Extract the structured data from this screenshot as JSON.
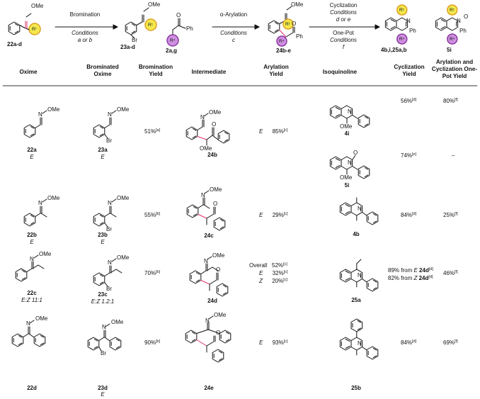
{
  "scheme": {
    "lbl_22": "22a-d",
    "lbl_23": "23a-d",
    "lbl_2": "2a,g",
    "lbl_24": "24b-e",
    "lbl_final": "4b,i,25a,b",
    "lbl_5i": "5i",
    "arrow1_top": "Bromination",
    "arrow1_cond": "Conditions",
    "arrow1_sub": "a or b",
    "arrow2_top": "α-Arylation",
    "arrow2_cond": "Conditions",
    "arrow2_sub": "c",
    "arrow3_top": "Cyclization",
    "arrow3_cond": "Conditions",
    "arrow3_sub": "d or e",
    "arrow3_onepot": "One-Pot",
    "arrow3_cond2": "Conditions",
    "arrow3_sub2": "f",
    "ome": "OMe",
    "br": "Br",
    "ph": "Ph",
    "o": "O",
    "n": "N",
    "r1": "R¹",
    "r4": "R⁴"
  },
  "headers": {
    "oxime": "Oxime",
    "brominated_1": "Brominated",
    "brominated_2": "Oxime",
    "bromination_1": "Bromination",
    "bromination_2": "Yield",
    "intermediate": "Intermediate",
    "arylation_1": "Arylation",
    "arylation_2": "Yield",
    "isoquinoline": "Isoquinoline",
    "cyclization_1": "Cyclization",
    "cyclization_2": "Yield",
    "onepot_1": "Arylation and",
    "onepot_2": "Cyclization One-",
    "onepot_3": "Pot Yield"
  },
  "rows": [
    {
      "oxime": "22a",
      "oxime_isomer": "E",
      "brom": "23a",
      "brom_isomer": "E",
      "brom_yield": "51%",
      "brom_yield_note": "[a]",
      "inter": "24b",
      "aryl_isomer": "E",
      "aryl_yield": "85%",
      "aryl_note": "[c]",
      "iso": "4i",
      "iso2": "5i",
      "cyc_yield": "56%",
      "cyc_note": "[d]",
      "cyc_yield2": "74%",
      "cyc_note2": "[e]",
      "onepot": "80%",
      "onepot_note": "[f]",
      "onepot2": "–"
    },
    {
      "oxime": "22b",
      "oxime_isomer": "E",
      "brom": "23b",
      "brom_isomer": "E",
      "brom_yield": "55%",
      "brom_yield_note": "[b]",
      "inter": "24c",
      "aryl_isomer": "E",
      "aryl_yield": "29%",
      "aryl_note": "[c]",
      "iso": "4b",
      "cyc_yield": "84%",
      "cyc_note": "[d]",
      "onepot": "25%",
      "onepot_note": "[f]"
    },
    {
      "oxime": "22c",
      "oxime_isomer": "E:Z 11:1",
      "brom": "23c",
      "brom_isomer": "E:Z 1.2:1",
      "brom_yield": "70%",
      "brom_yield_note": "[b]",
      "inter": "24d",
      "aryl_overall_label": "Overall",
      "aryl_overall": "52%",
      "aryl_note": "[c]",
      "aryl_e_label": "E",
      "aryl_e": "32%",
      "aryl_z_label": "Z",
      "aryl_z": "20%",
      "iso": "25a",
      "cyc_e": "89% from ",
      "cyc_e_iso": "E",
      "cyc_e_cmpd": "24d",
      "cyc_note": "[d]",
      "cyc_z": "82% from ",
      "cyc_z_iso": "Z",
      "cyc_z_cmpd": "24d",
      "onepot": "46%",
      "onepot_note": "[f]"
    },
    {
      "oxime": "22d",
      "brom": "23d",
      "brom_isomer": "E",
      "brom_yield": "90%",
      "brom_yield_note": "[b]",
      "inter": "24e",
      "aryl_isomer": "E",
      "aryl_yield": "93%",
      "aryl_note": "[c]",
      "iso": "25b",
      "cyc_yield": "84%",
      "cyc_note": "[d]",
      "onepot": "69%",
      "onepot_note": "[f]"
    }
  ],
  "colors": {
    "r1_fill": "#f3e94e",
    "r1_stroke": "#e0a020",
    "r4_fill": "#cf8fe0",
    "r4_stroke": "#8a3aa0",
    "bond_highlight": "#e0306a"
  }
}
